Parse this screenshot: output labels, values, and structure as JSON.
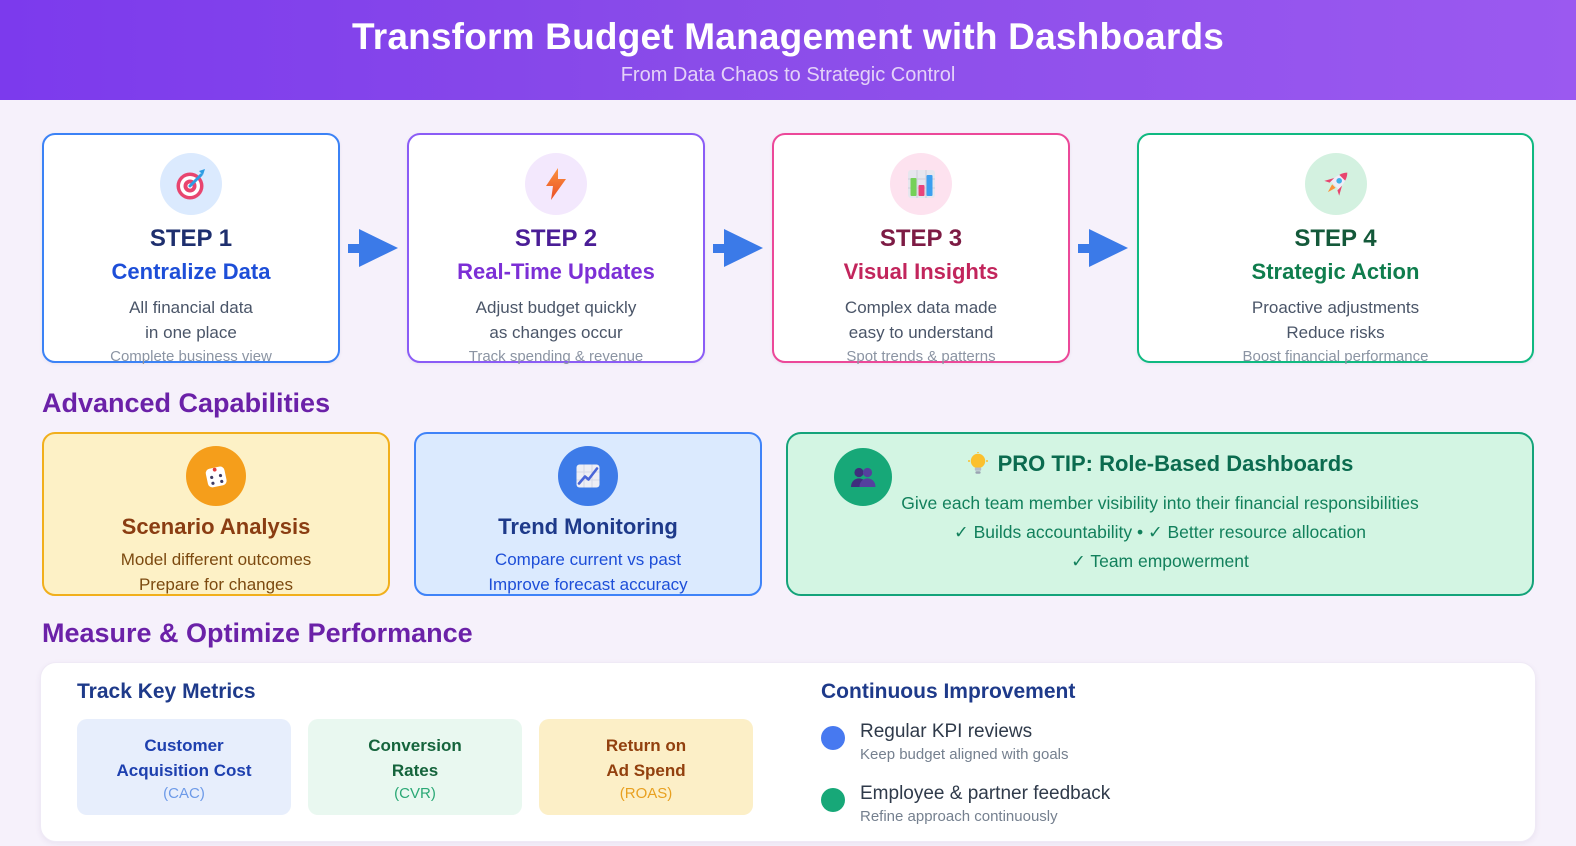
{
  "header": {
    "title": "Transform Budget Management with Dashboards",
    "subtitle": "From Data Chaos to Strategic Control",
    "background_gradient": [
      "#7c3aed",
      "#9b59f0"
    ]
  },
  "steps": [
    {
      "label": "STEP 1",
      "title": "Centralize Data",
      "desc_line1": "All financial data",
      "desc_line2": "in one place",
      "note": "Complete business view",
      "accent": "#3b82f6",
      "icon": "target-icon"
    },
    {
      "label": "STEP 2",
      "title": "Real-Time Updates",
      "desc_line1": "Adjust budget quickly",
      "desc_line2": "as changes occur",
      "note": "Track spending & revenue",
      "accent": "#8b5cf6",
      "icon": "lightning-icon"
    },
    {
      "label": "STEP 3",
      "title": "Visual Insights",
      "desc_line1": "Complex data made",
      "desc_line2": "easy to understand",
      "note": "Spot trends & patterns",
      "accent": "#ec4899",
      "icon": "bar-chart-icon"
    },
    {
      "label": "STEP 4",
      "title": "Strategic Action",
      "desc_line1": "Proactive adjustments",
      "desc_line2": "Reduce risks",
      "note": "Boost financial performance",
      "accent": "#10b981",
      "icon": "rocket-icon"
    }
  ],
  "capabilities": {
    "heading": "Advanced Capabilities",
    "scenario": {
      "title": "Scenario Analysis",
      "desc_line1": "Model different outcomes",
      "desc_line2": "Prepare for changes",
      "icon": "dice-icon",
      "accent": "#f1af1c"
    },
    "trend": {
      "title": "Trend Monitoring",
      "desc_line1": "Compare current vs past",
      "desc_line2": "Improve forecast accuracy",
      "icon": "trend-chart-icon",
      "accent": "#3f83f8"
    },
    "pro_tip": {
      "title": "PRO TIP: Role-Based Dashboards",
      "title_icon": "lightbulb-icon",
      "side_icon": "team-icon",
      "line1": "Give each team member visibility into their financial responsibilities",
      "line2": "✓ Builds accountability • ✓ Better resource allocation",
      "line3": "✓ Team empowerment",
      "accent": "#14a37a"
    }
  },
  "performance": {
    "heading": "Measure & Optimize Performance",
    "metrics": {
      "heading": "Track Key Metrics",
      "items": [
        {
          "line1": "Customer",
          "line2": "Acquisition Cost",
          "abbr": "(CAC)",
          "accent": "#1e40af"
        },
        {
          "line1": "Conversion",
          "line2": "Rates",
          "abbr": "(CVR)",
          "accent": "#15643c"
        },
        {
          "line1": "Return on",
          "line2": "Ad Spend",
          "abbr": "(ROAS)",
          "accent": "#92400e"
        }
      ]
    },
    "improvement": {
      "heading": "Continuous Improvement",
      "items": [
        {
          "title": "Regular KPI reviews",
          "sub": "Keep budget aligned with goals",
          "bullet_color": "#4779f0"
        },
        {
          "title": "Employee & partner feedback",
          "sub": "Refine approach continuously",
          "bullet_color": "#17a878"
        }
      ]
    }
  }
}
